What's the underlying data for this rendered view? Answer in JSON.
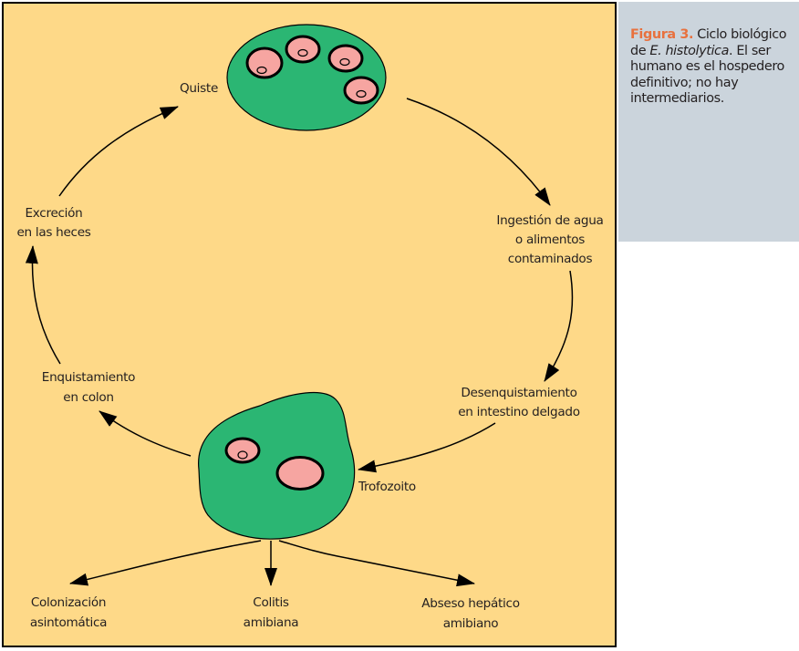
{
  "figure": {
    "caption": {
      "label": "Figura 3.",
      "text_1": " Ciclo biológico de ",
      "species_genus": "E.",
      "species_name": "histolytica",
      "text_2": ". El ser humano es el hospedero definitivo; no hay intermediarios."
    },
    "colors": {
      "background": "#fed988",
      "caption_background": "#cbd4dc",
      "caption_label": "#e8713e",
      "cell_body": "#2bb673",
      "nucleus": "#f6a5a1"
    },
    "stages": {
      "cyst": {
        "label": "Quiste",
        "nuclei_count": 4
      },
      "ingestion": {
        "line1": "Ingestión de agua",
        "line2": "o alimentos",
        "line3": "contaminados"
      },
      "excystation": {
        "line1": "Desenquistamiento",
        "line2": "en intestino delgado"
      },
      "trophozoite": {
        "label": "Trofozoito"
      },
      "encystation": {
        "line1": "Enquistamiento",
        "line2": "en colon"
      },
      "excretion": {
        "line1": "Excreción",
        "line2": "en las heces"
      }
    },
    "outcomes": [
      {
        "line1": "Colonización",
        "line2": "asintomática"
      },
      {
        "line1": "Colitis",
        "line2": "amibiana"
      },
      {
        "line1": "Abseso hepático",
        "line2": "amibiano"
      }
    ]
  }
}
